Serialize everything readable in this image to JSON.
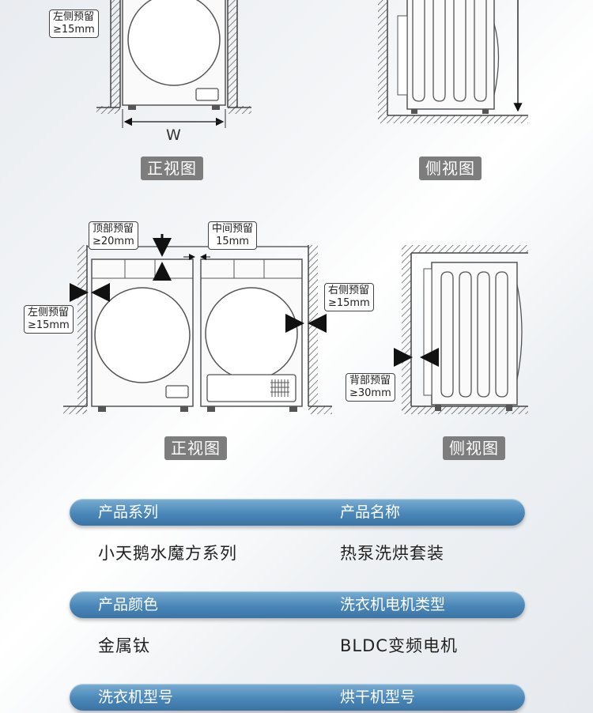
{
  "top_front": {
    "left_clearance": "左侧预留\n≥15mm",
    "width_label": "W",
    "caption": "正视图"
  },
  "top_side": {
    "caption": "侧视图"
  },
  "bottom_front": {
    "top_clearance": "顶部预留\n≥20mm",
    "middle_clearance": "中间预留\n15mm",
    "left_clearance": "左侧预留\n≥15mm",
    "right_clearance": "右侧预留\n≥15mm",
    "caption": "正视图"
  },
  "bottom_side": {
    "back_clearance": "背部预留\n≥30mm",
    "caption": "侧视图"
  },
  "specs": [
    {
      "label1": "产品系列",
      "label2": "产品名称",
      "value1": "小天鹅水魔方系列",
      "value2": "热泵洗烘套装"
    },
    {
      "label1": "产品颜色",
      "label2": "洗衣机电机类型",
      "value1": "金属钛",
      "value2": "BLDC变频电机"
    },
    {
      "label1": "洗衣机型号",
      "label2": "烘干机型号"
    }
  ],
  "colors": {
    "bar": "#4a87b8",
    "caption_bg": "#7d7d7d"
  }
}
